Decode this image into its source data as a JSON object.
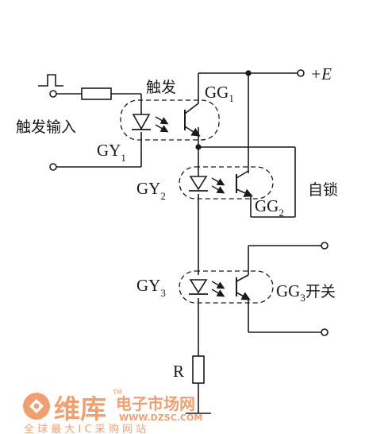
{
  "labels": {
    "supply": "+E",
    "trigger": "触发",
    "trigger_input": "触发输入",
    "self_lock": "自锁",
    "switch_suffix": "开关",
    "resistor": "R",
    "gy_prefix": "GY",
    "gg_prefix": "GG",
    "sub1": "1",
    "sub2": "2",
    "sub3": "3"
  },
  "watermark": {
    "brand": "维库",
    "brand_sub": "电子市场网",
    "url": "WWW.DZSC.COM",
    "tagline": "全 球 最 大 I C 采 购 网 站",
    "tm": "TM"
  },
  "colors": {
    "ink": "#1a1a1a",
    "watermark": "#f0a070"
  },
  "icons": [
    "pulse-icon",
    "led-icon",
    "phototransistor-icon",
    "resistor-icon",
    "terminal-icon",
    "watermark-logo-icon"
  ]
}
